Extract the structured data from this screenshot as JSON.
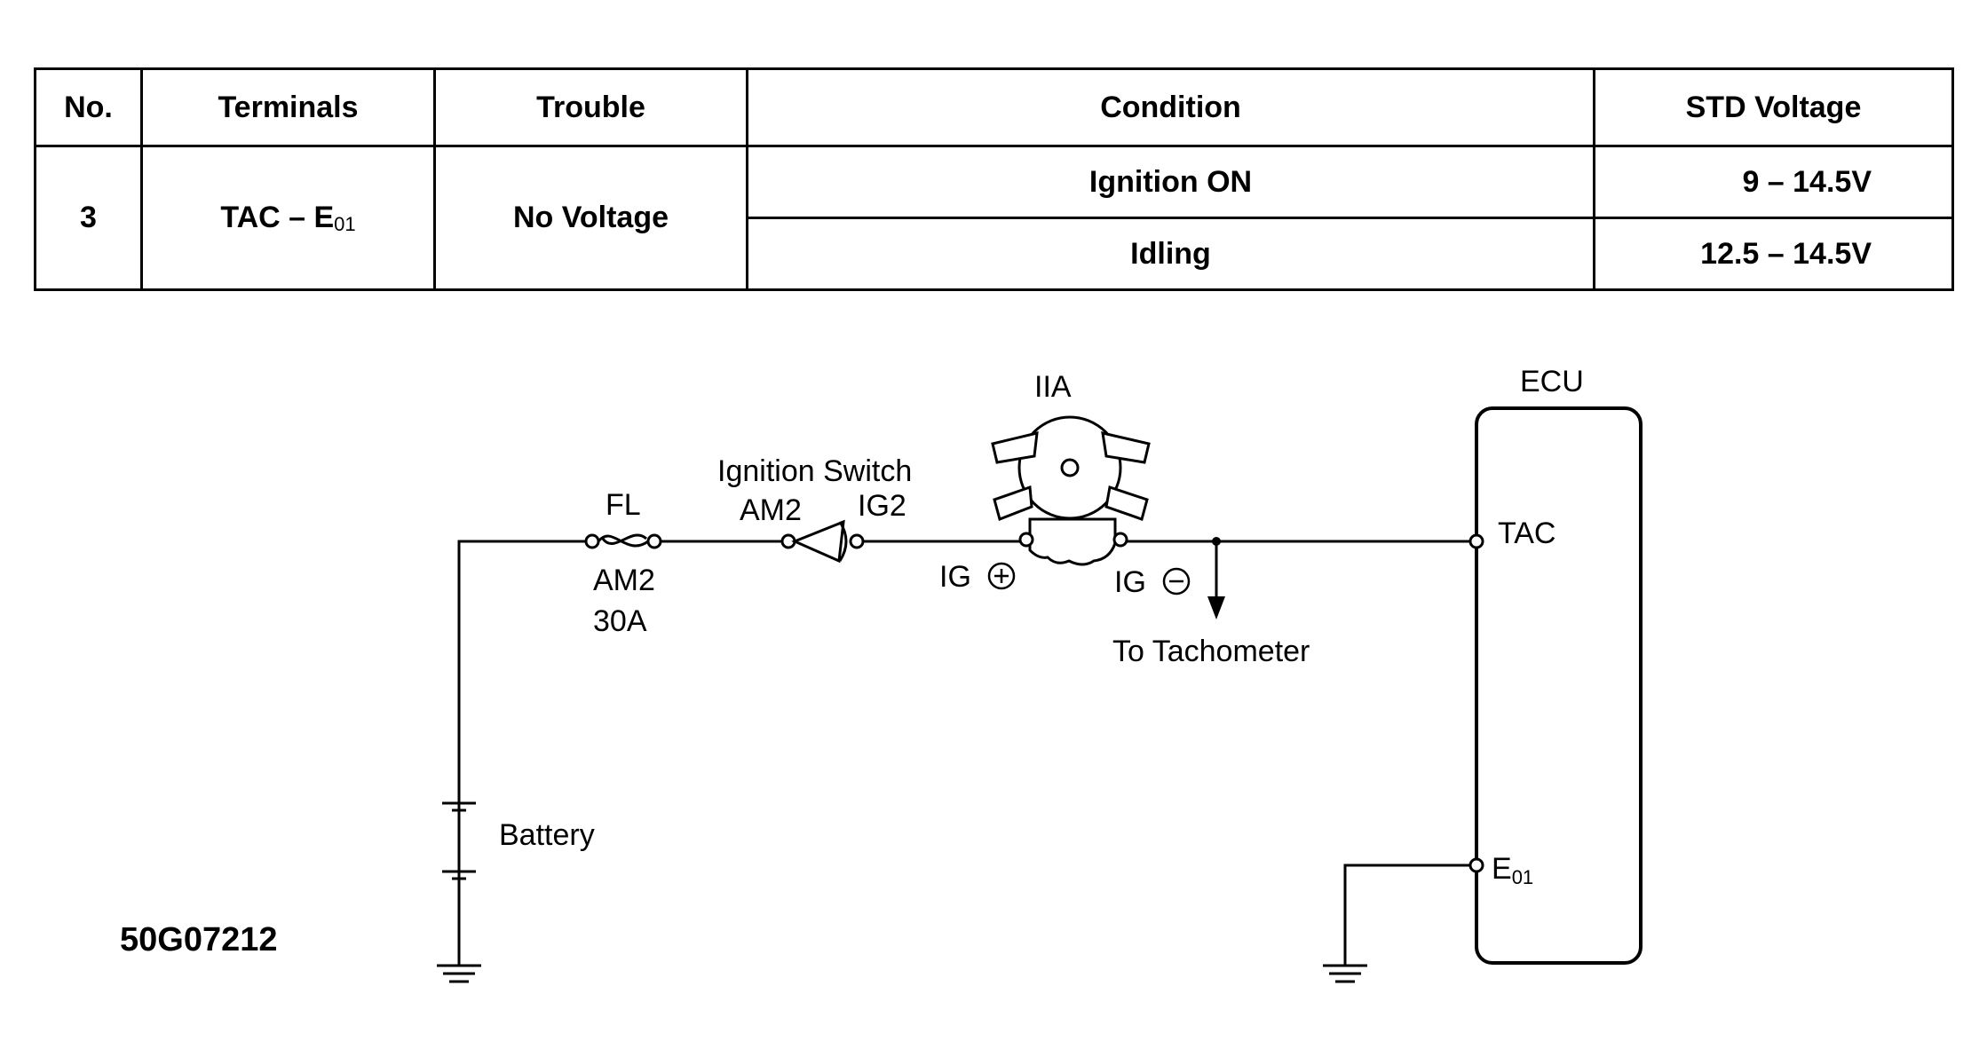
{
  "table": {
    "headers": {
      "no": "No.",
      "terminals": "Terminals",
      "trouble": "Trouble",
      "condition": "Condition",
      "std_voltage": "STD Voltage"
    },
    "row": {
      "no": "3",
      "terminals_main": "TAC – E",
      "terminals_sub": "01",
      "trouble": "No Voltage",
      "conditions": [
        {
          "condition": "Ignition ON",
          "voltage": "9 – 14.5V"
        },
        {
          "condition": "Idling",
          "voltage": "12.5 – 14.5V"
        }
      ]
    }
  },
  "diagram": {
    "labels": {
      "fusible_link": "FL",
      "fuse_name": "AM2",
      "fuse_rating": "30A",
      "ignition_switch": "Ignition Switch",
      "switch_am2": "AM2",
      "switch_ig2": "IG2",
      "igniter": "IIA",
      "ig_plus": "IG",
      "ig_minus": "IG",
      "tachometer": "To Tachometer",
      "battery": "Battery",
      "ecu": "ECU",
      "tac_terminal": "TAC",
      "e01_main": "E",
      "e01_sub": "01"
    },
    "figure_code": "50G07212"
  }
}
